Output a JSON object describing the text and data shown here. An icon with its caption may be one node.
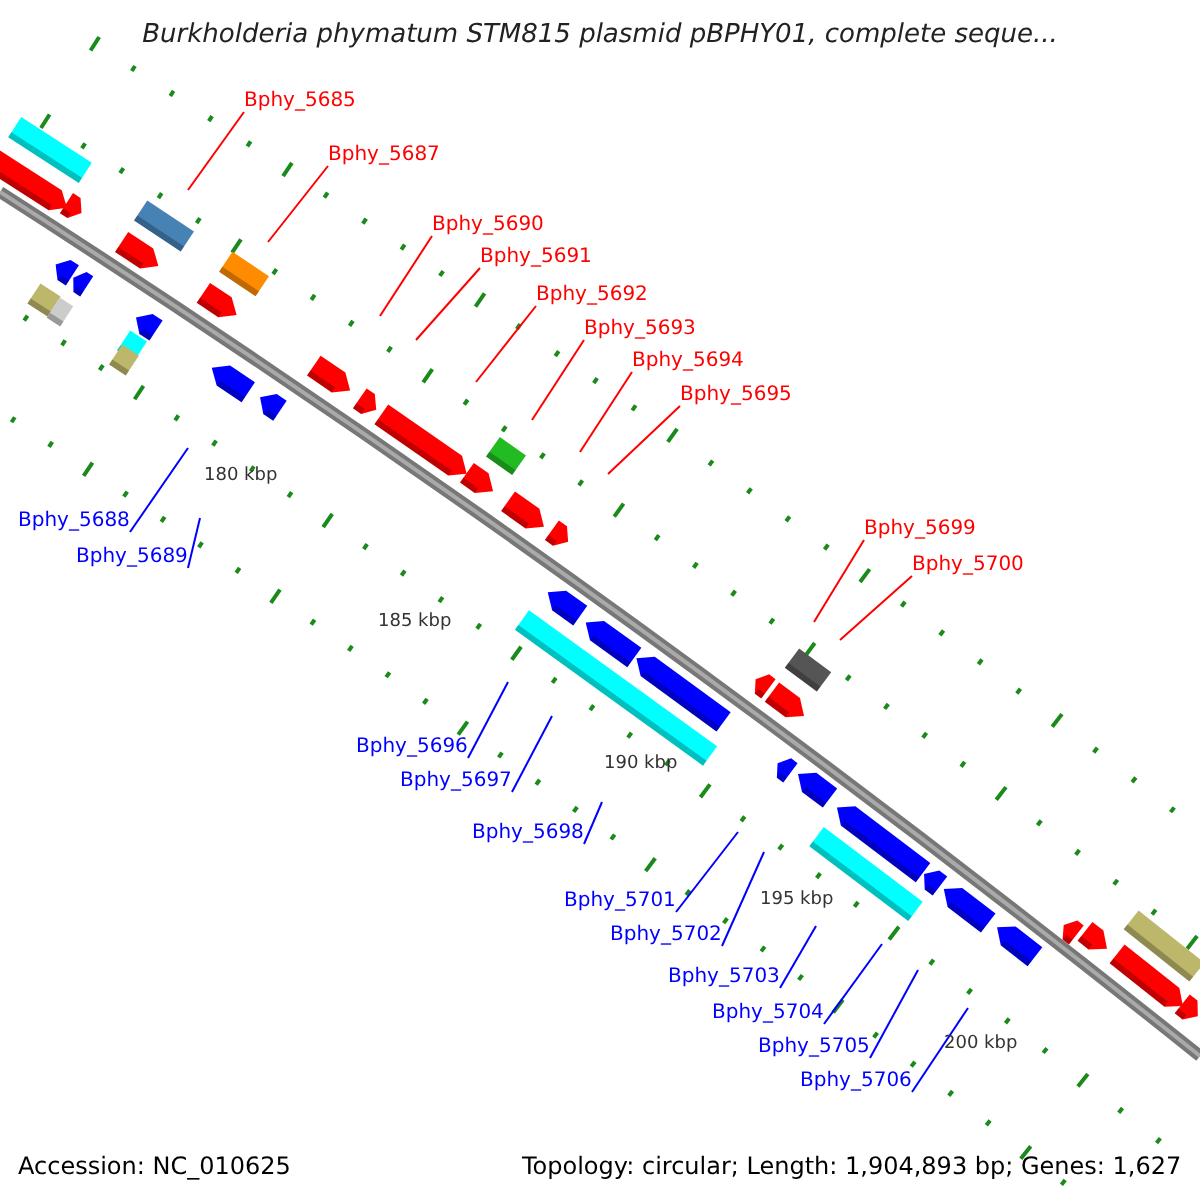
{
  "diagram": {
    "title": "Burkholderia phymatum STM815 plasmid pBPHY01, complete seque...",
    "nodes": [
      {
        "text": [
          "Bphy_5685"
        ]
      },
      {
        "text": [
          "Bphy_5687"
        ]
      },
      {
        "text": [
          "Bphy_5690"
        ]
      },
      {
        "text": [
          "Bphy_5691"
        ]
      },
      {
        "text": [
          "Bphy_5692"
        ]
      },
      {
        "text": [
          "Bphy_5693"
        ]
      },
      {
        "text": [
          "Bphy_5694"
        ]
      },
      {
        "text": [
          "Bphy_5695"
        ]
      },
      {
        "text": [
          "Bphy_5688"
        ]
      },
      {
        "text": [
          "Bphy_5689"
        ]
      },
      {
        "text": [
          "Bphy_5699"
        ]
      },
      {
        "text": [
          "Bphy_5700"
        ]
      },
      {
        "text": [
          "Bphy_5696"
        ]
      },
      {
        "text": [
          "Bphy_5697"
        ]
      },
      {
        "text": [
          "Bphy_5698"
        ]
      },
      {
        "text": [
          "Bphy_5701"
        ]
      },
      {
        "text": [
          "Bphy_5702"
        ]
      },
      {
        "text": [
          "Bphy_5703"
        ]
      },
      {
        "text": [
          "Bphy_5704"
        ]
      },
      {
        "text": [
          "Bphy_5705"
        ]
      },
      {
        "text": [
          "Bphy_5706"
        ]
      }
    ],
    "edges": [
      {
        "from": 0,
        "to": null,
        "arrow": "none",
        "color": "#ff0000"
      },
      {
        "from": 1,
        "to": null,
        "arrow": "none",
        "color": "#ff0000"
      },
      {
        "from": 2,
        "to": null,
        "arrow": "none",
        "color": "#ff0000"
      },
      {
        "from": 3,
        "to": null,
        "arrow": "none",
        "color": "#ff0000"
      },
      {
        "from": 4,
        "to": null,
        "arrow": "none",
        "color": "#ff0000"
      },
      {
        "from": 5,
        "to": null,
        "arrow": "none",
        "color": "#ff0000"
      },
      {
        "from": 6,
        "to": null,
        "arrow": "none",
        "color": "#ff0000"
      },
      {
        "from": 7,
        "to": null,
        "arrow": "none",
        "color": "#ff0000"
      },
      {
        "from": 8,
        "to": null,
        "arrow": "none"
      },
      {
        "from": 9,
        "to": null,
        "arrow": "none"
      },
      {
        "from": 10,
        "to": null,
        "arrow": "none",
        "color": "#ff0000"
      },
      {
        "from": 11,
        "to": null,
        "arrow": "none",
        "color": "#ff0000"
      },
      {
        "from": 12,
        "to": null,
        "arrow": "none"
      },
      {
        "from": 13,
        "to": null,
        "arrow": "none"
      },
      {
        "from": 14,
        "to": null,
        "arrow": "none"
      },
      {
        "from": 15,
        "to": null,
        "arrow": "none"
      },
      {
        "from": 16,
        "to": null,
        "arrow": "none"
      },
      {
        "from": 17,
        "to": null,
        "arrow": "none"
      },
      {
        "from": 18,
        "to": null,
        "arrow": "none"
      },
      {
        "from": 19,
        "to": null,
        "arrow": "none"
      },
      {
        "from": 20,
        "to": null,
        "arrow": "none"
      }
    ],
    "labels": [
      "180 kbp",
      "185 kbp",
      "190 kbp",
      "195 kbp",
      "200 kbp",
      "Accession: NC_010625",
      "Topology: circular; Length: 1,904,893 bp; Genes: 1,627"
    ]
  }
}
